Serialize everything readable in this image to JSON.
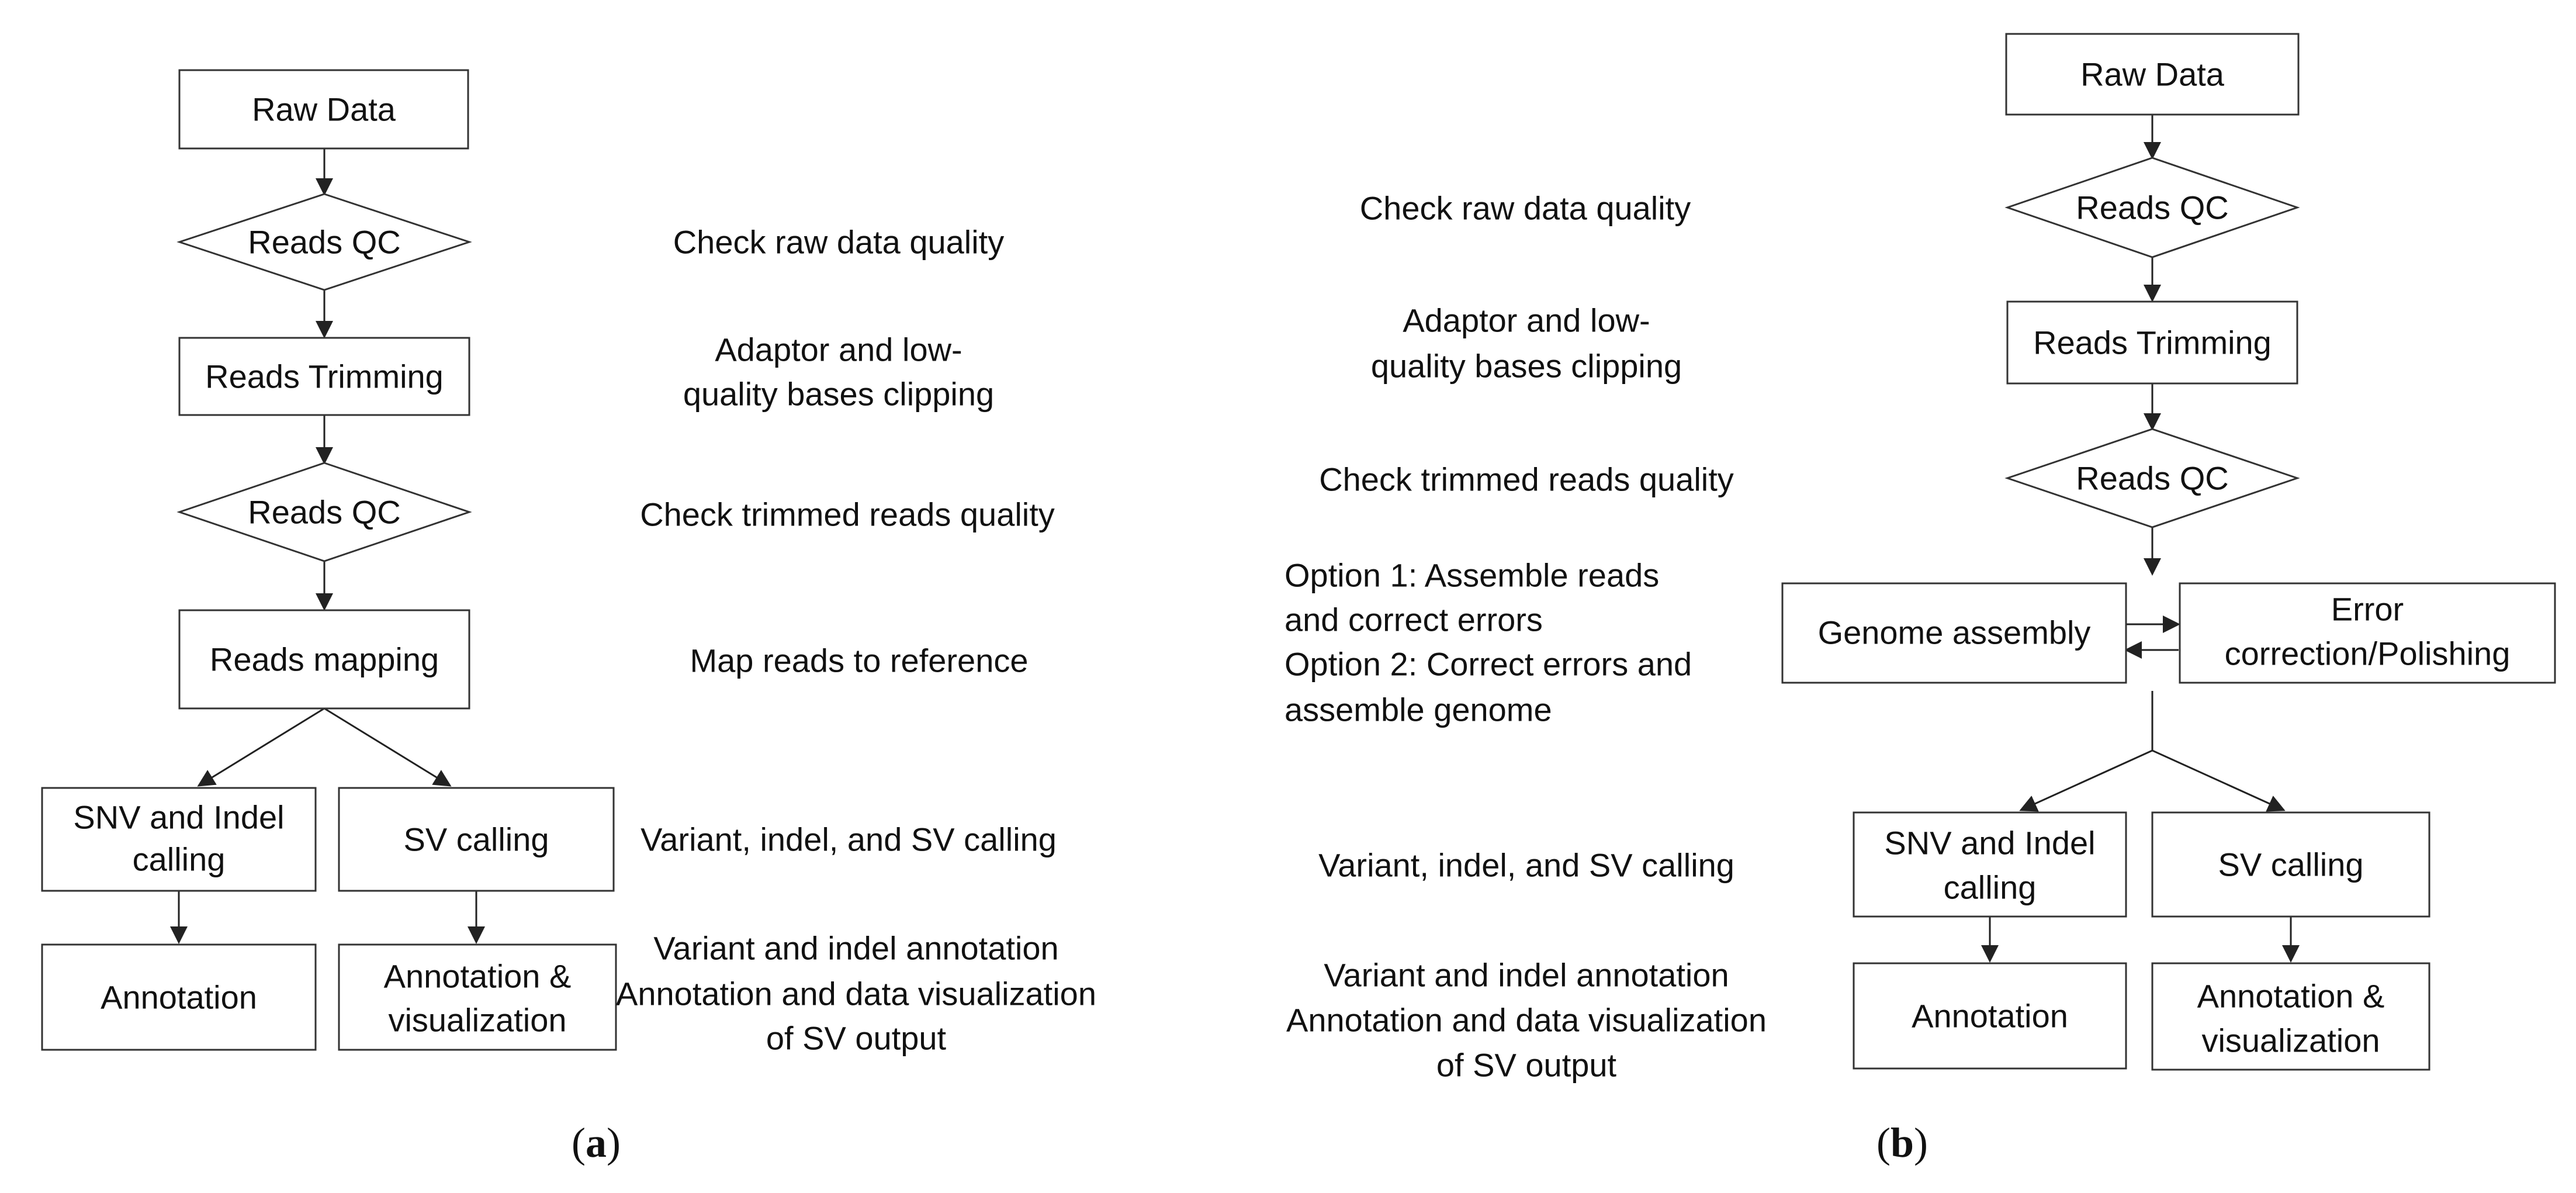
{
  "panel_a": {
    "label": "a",
    "nodes": {
      "raw_data": "Raw Data",
      "reads_qc_1": "Reads QC",
      "reads_trimming": "Reads Trimming",
      "reads_qc_2": "Reads QC",
      "reads_mapping": "Reads mapping",
      "snv_indel": [
        "SNV and Indel",
        "calling"
      ],
      "sv_calling": "SV calling",
      "annotation": "Annotation",
      "annotation_vis": [
        "Annotation &",
        "visualization"
      ]
    },
    "descriptions": {
      "check_raw": "Check raw data quality",
      "adaptor": [
        "Adaptor and low-",
        "quality bases clipping"
      ],
      "check_trimmed": "Check trimmed reads quality",
      "map_reads": "Map reads to reference",
      "variant_calling": "Variant, indel, and SV calling",
      "annotation_desc": [
        "Variant and indel annotation",
        "Annotation and data visualization",
        "of SV output"
      ]
    }
  },
  "panel_b": {
    "label": "b",
    "nodes": {
      "raw_data": "Raw Data",
      "reads_qc_1": "Reads QC",
      "reads_trimming": "Reads Trimming",
      "reads_qc_2": "Reads QC",
      "genome_assembly": "Genome assembly",
      "error_correction": [
        "Error",
        "correction/Polishing"
      ],
      "snv_indel": [
        "SNV and Indel",
        "calling"
      ],
      "sv_calling": "SV calling",
      "annotation": "Annotation",
      "annotation_vis": [
        "Annotation &",
        "visualization"
      ]
    },
    "descriptions": {
      "check_raw": "Check raw data quality",
      "adaptor": [
        "Adaptor and low-",
        "quality bases clipping"
      ],
      "check_trimmed": "Check trimmed reads quality",
      "options": [
        "Option 1: Assemble reads",
        "and correct errors",
        "Option 2: Correct errors and",
        "assemble genome"
      ],
      "variant_calling": "Variant, indel, and SV calling",
      "annotation_desc": [
        "Variant and indel annotation",
        "Annotation and data visualization",
        "of SV output"
      ]
    }
  }
}
